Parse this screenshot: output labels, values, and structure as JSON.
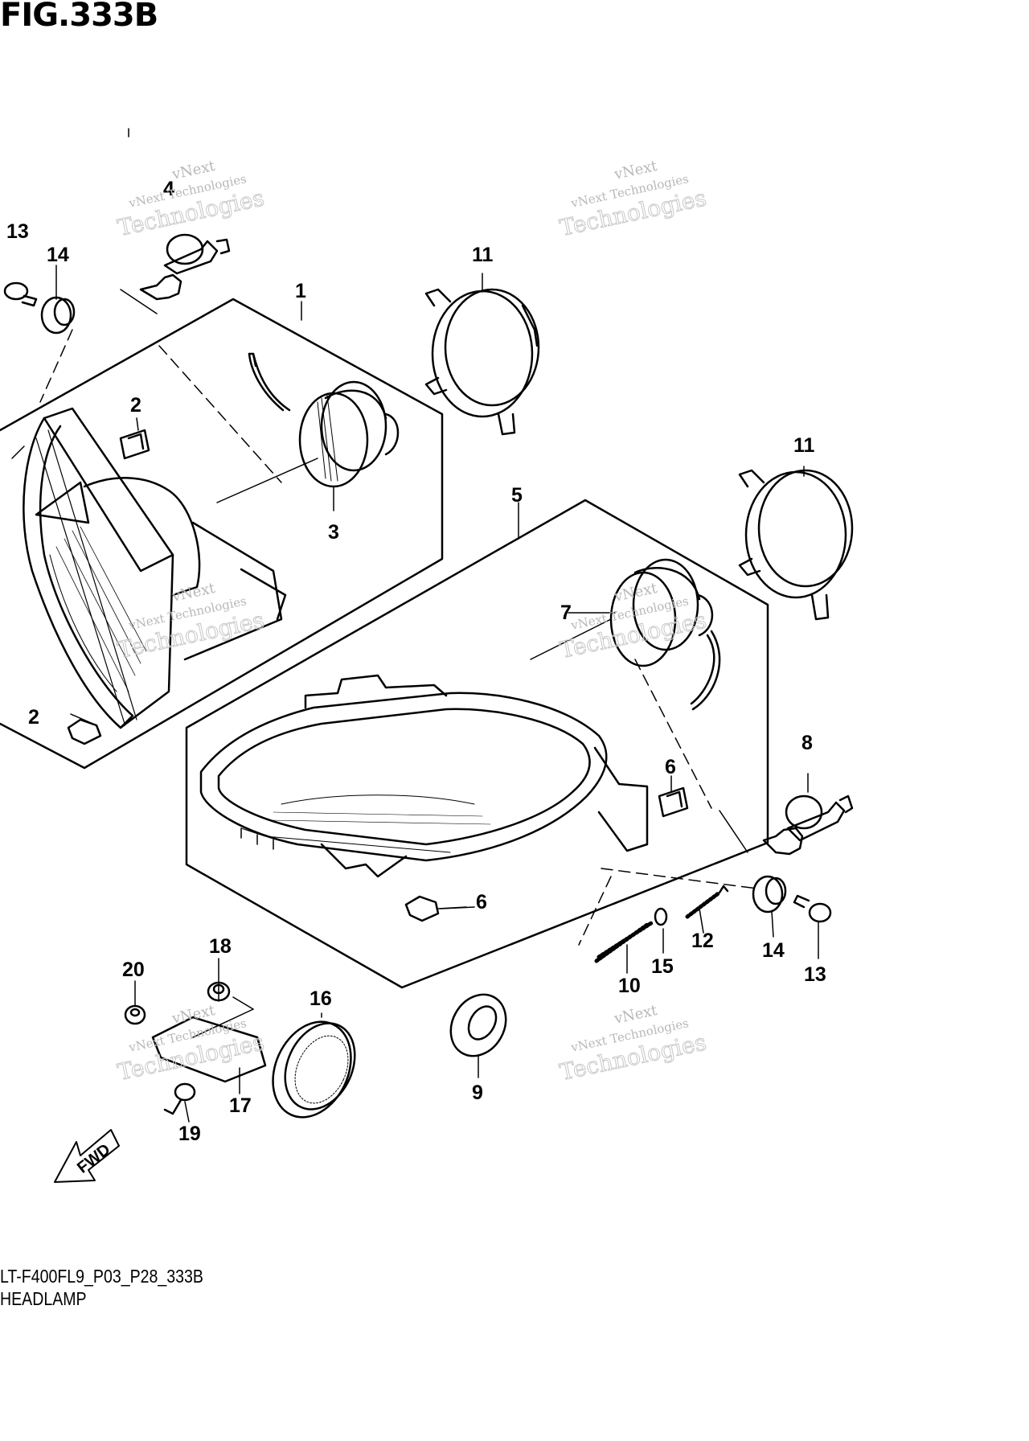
{
  "figure": {
    "title": "FIG.333B",
    "code": "LT-F400FL9_P03_P28_333B",
    "name": "HEADLAMP",
    "direction_label": "FWD"
  },
  "watermark": {
    "line1": "vNext",
    "line2": "vNext Technologies",
    "line3": "Technologies"
  },
  "callouts": [
    "1",
    "2",
    "2",
    "3",
    "4",
    "5",
    "6",
    "6",
    "7",
    "8",
    "9",
    "10",
    "11",
    "11",
    "12",
    "13",
    "13",
    "14",
    "14",
    "15",
    "16",
    "17",
    "18",
    "19",
    "20"
  ]
}
